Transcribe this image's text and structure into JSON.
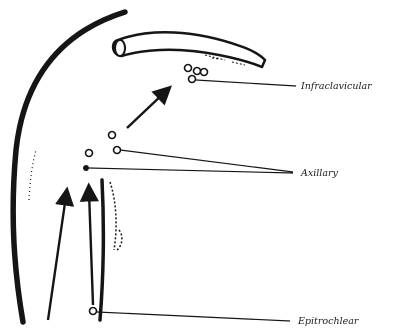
{
  "diagram": {
    "labels": {
      "infraclavicular": "Infraclavicular",
      "axillary": "Axillary",
      "epitrochlear": "Epitrochlear"
    },
    "colors": {
      "ink": "#151515",
      "background": "#ffffff"
    }
  }
}
